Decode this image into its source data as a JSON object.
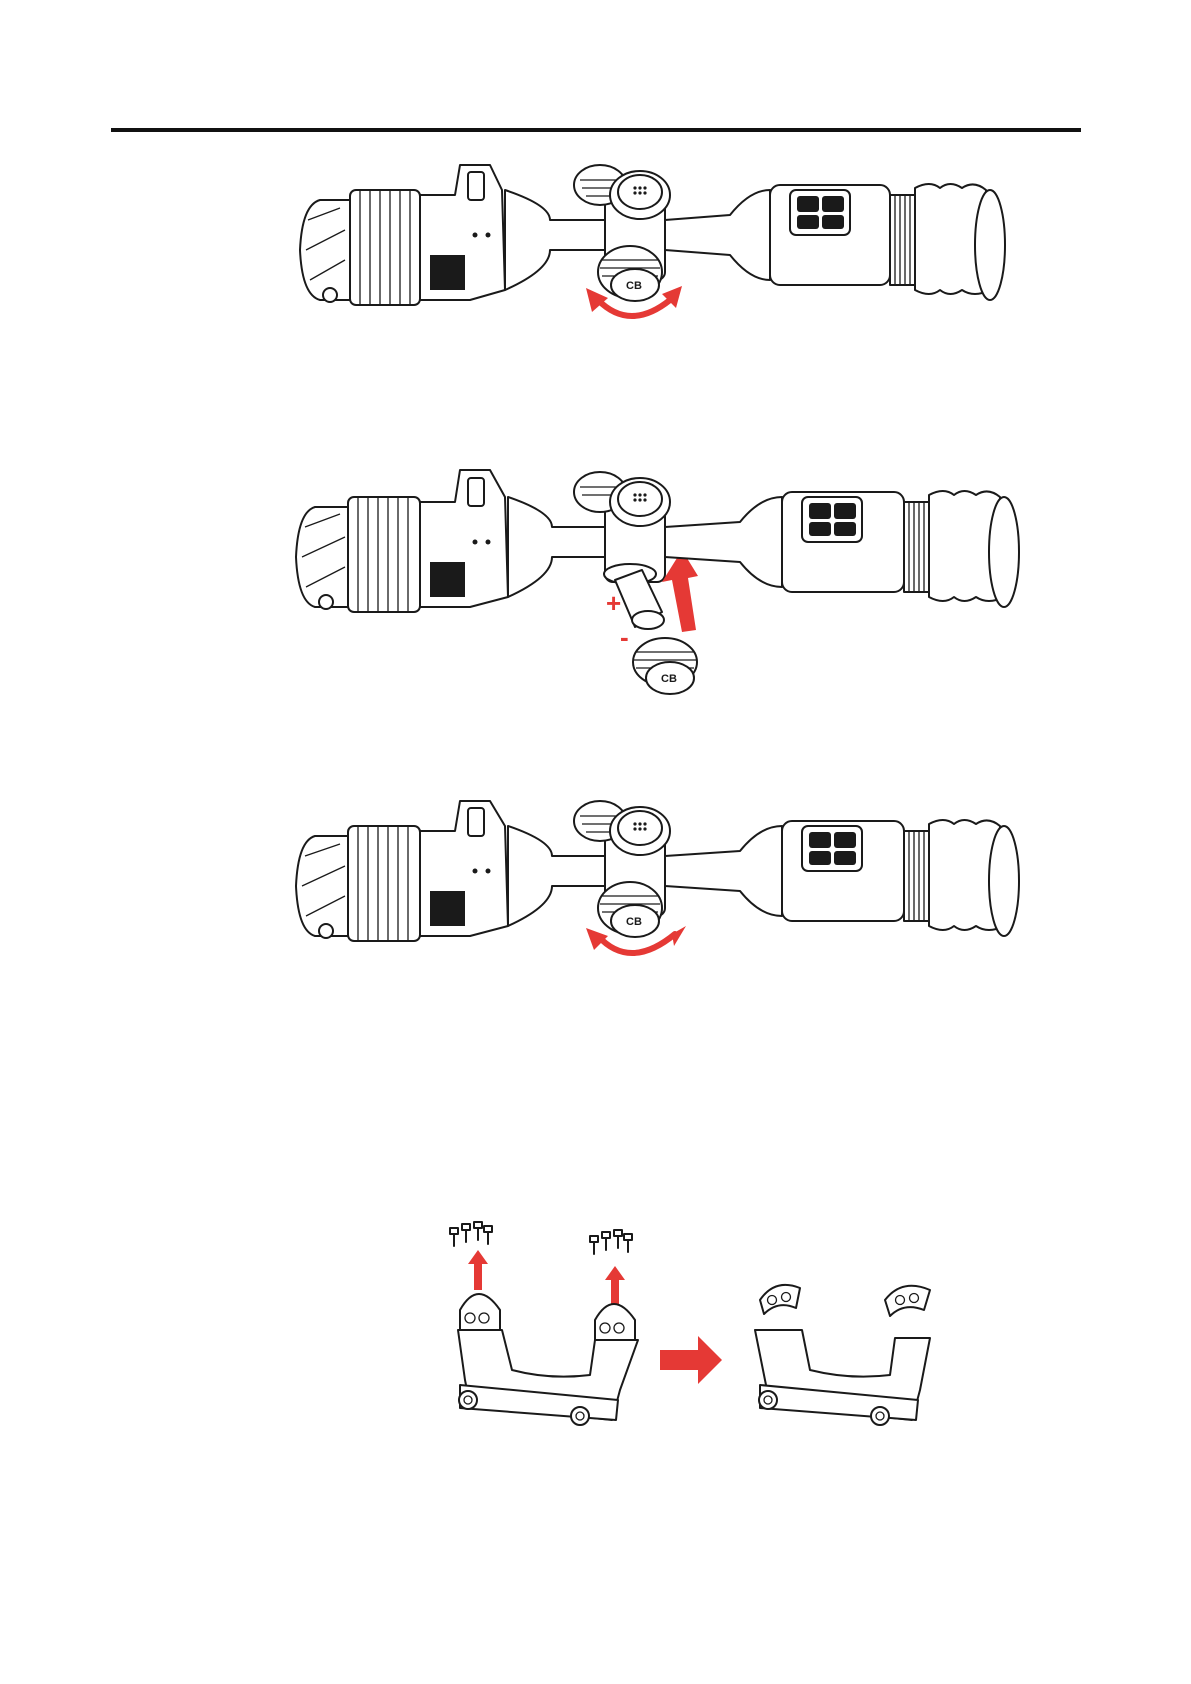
{
  "page": {
    "header_rule": true
  },
  "figures": [
    {
      "id": "knob-rotate-unlock",
      "arrow": "rotate",
      "knob_label": "CB"
    },
    {
      "id": "knob-removed",
      "arrow": "push-up",
      "knob_label": "CB",
      "plus_sign": "+",
      "minus_sign": "-"
    },
    {
      "id": "knob-rotate-lock",
      "arrow": "rotate",
      "knob_label": "CB"
    },
    {
      "id": "mount-rings-disassembly",
      "arrow": "right"
    }
  ],
  "colors": {
    "accent": "#e53935",
    "line": "#1a1a1a",
    "background": "#ffffff"
  },
  "icons": {
    "knob_top": "grid-dots-icon",
    "plus_button": "plus-icon",
    "minus_button": "minus-icon"
  }
}
